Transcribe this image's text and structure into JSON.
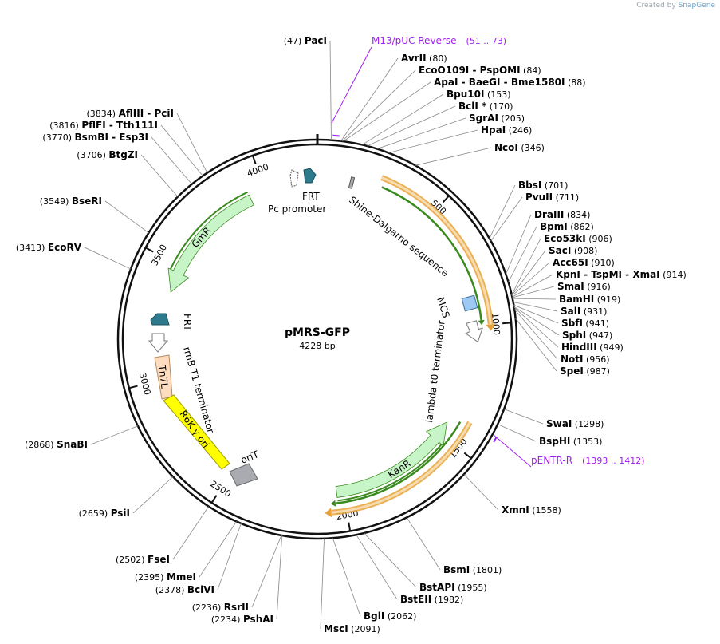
{
  "credit": {
    "prefix": "Created by",
    "brand": "SnapGene"
  },
  "plasmid": {
    "name": "pMRS-GFP",
    "length_label": "4228 bp",
    "length": 4228
  },
  "ticks": [
    {
      "pos": 500,
      "label": "500"
    },
    {
      "pos": 1000,
      "label": "1000"
    },
    {
      "pos": 1500,
      "label": "1500"
    },
    {
      "pos": 2000,
      "label": "2000"
    },
    {
      "pos": 2500,
      "label": "2500"
    },
    {
      "pos": 3000,
      "label": "3000"
    },
    {
      "pos": 3500,
      "label": "3500"
    },
    {
      "pos": 4000,
      "label": "4000"
    }
  ],
  "features": [
    {
      "name": "GFP-orf-outer",
      "start": 255,
      "end": 1000,
      "dir": 1,
      "color": "#e8a33b",
      "kind": "orf"
    },
    {
      "name": "GFP-orf-inner",
      "start": 270,
      "end": 980,
      "dir": 1,
      "color": "#3a8a1f",
      "kind": "thin"
    },
    {
      "name": "KanR-orf-outer",
      "start": 1393,
      "end": 2060,
      "dir": 1,
      "color": "#e8a33b",
      "kind": "orf"
    },
    {
      "name": "KanR-orf-inner",
      "start": 1410,
      "end": 2040,
      "dir": 1,
      "color": "#3a8a1f",
      "kind": "thin"
    },
    {
      "name": "KanR",
      "start": 1440,
      "end": 2030,
      "dir": -1,
      "color": "#c8f5c8",
      "kind": "arrow",
      "label": "KanR"
    },
    {
      "name": "GmR",
      "start": 3380,
      "end": 3930,
      "dir": -1,
      "color": "#c8f5c8",
      "kind": "arrow",
      "label": "GmR"
    }
  ],
  "features_text": {
    "frt_top": "FRT",
    "pc_promoter": "Pc promoter",
    "shine_dalgarno": "Shine-Dalgarno sequence",
    "mcs": "MCS",
    "lambda_term": "lambda t0 terminator",
    "frt_left": "FRT",
    "rrnb_term": "rrnB T1 terminator",
    "tn7l": "Tn7L",
    "r6k": "R6K γ ori",
    "orit": "oriT",
    "kanr": "KanR",
    "gmr": "GmR"
  },
  "enzymes": [
    {
      "id": "paci",
      "pos": 47,
      "items": [
        "PacI"
      ],
      "pos_label": "(47)",
      "side": "left",
      "star": false
    },
    {
      "id": "avrii",
      "pos": 80,
      "items": [
        "AvrII"
      ],
      "pos_label": "(80)",
      "side": "right"
    },
    {
      "id": "eco109",
      "pos": 84,
      "items": [
        "EcoO109I",
        "PspOMI"
      ],
      "pos_label": "(84)",
      "side": "right"
    },
    {
      "id": "apai",
      "pos": 88,
      "items": [
        "ApaI",
        "BaeGI",
        "Bme1580I"
      ],
      "pos_label": "(88)",
      "side": "right"
    },
    {
      "id": "bpu10i",
      "pos": 153,
      "items": [
        "Bpu10I"
      ],
      "pos_label": "(153)",
      "side": "right"
    },
    {
      "id": "bcli",
      "pos": 170,
      "items": [
        "BclI *"
      ],
      "pos_label": "(170)",
      "side": "right"
    },
    {
      "id": "sgrai",
      "pos": 205,
      "items": [
        "SgrAI"
      ],
      "pos_label": "(205)",
      "side": "right"
    },
    {
      "id": "hpai",
      "pos": 246,
      "items": [
        "HpaI"
      ],
      "pos_label": "(246)",
      "side": "right"
    },
    {
      "id": "ncoi",
      "pos": 346,
      "items": [
        "NcoI"
      ],
      "pos_label": "(346)",
      "side": "right"
    },
    {
      "id": "bbsi",
      "pos": 701,
      "items": [
        "BbsI"
      ],
      "pos_label": "(701)",
      "side": "right"
    },
    {
      "id": "pvuii",
      "pos": 711,
      "items": [
        "PvuII"
      ],
      "pos_label": "(711)",
      "side": "right"
    },
    {
      "id": "draiii",
      "pos": 834,
      "items": [
        "DraIII"
      ],
      "pos_label": "(834)",
      "side": "right"
    },
    {
      "id": "bpmi",
      "pos": 862,
      "items": [
        "BpmI"
      ],
      "pos_label": "(862)",
      "side": "right"
    },
    {
      "id": "eco53ki",
      "pos": 906,
      "items": [
        "Eco53kI"
      ],
      "pos_label": "(906)",
      "side": "right"
    },
    {
      "id": "saci",
      "pos": 908,
      "items": [
        "SacI"
      ],
      "pos_label": "(908)",
      "side": "right"
    },
    {
      "id": "acc65i",
      "pos": 910,
      "items": [
        "Acc65I"
      ],
      "pos_label": "(910)",
      "side": "right"
    },
    {
      "id": "kpni",
      "pos": 914,
      "items": [
        "KpnI",
        "TspMI",
        "XmaI"
      ],
      "pos_label": "(914)",
      "side": "right"
    },
    {
      "id": "smai",
      "pos": 916,
      "items": [
        "SmaI"
      ],
      "pos_label": "(916)",
      "side": "right"
    },
    {
      "id": "bamhi",
      "pos": 919,
      "items": [
        "BamHI"
      ],
      "pos_label": "(919)",
      "side": "right"
    },
    {
      "id": "sali",
      "pos": 931,
      "items": [
        "SalI"
      ],
      "pos_label": "(931)",
      "side": "right"
    },
    {
      "id": "sbfi",
      "pos": 941,
      "items": [
        "SbfI"
      ],
      "pos_label": "(941)",
      "side": "right"
    },
    {
      "id": "sphi",
      "pos": 947,
      "items": [
        "SphI"
      ],
      "pos_label": "(947)",
      "side": "right"
    },
    {
      "id": "hindiii",
      "pos": 949,
      "items": [
        "HindIII"
      ],
      "pos_label": "(949)",
      "side": "right"
    },
    {
      "id": "noti",
      "pos": 956,
      "items": [
        "NotI"
      ],
      "pos_label": "(956)",
      "side": "right"
    },
    {
      "id": "spei",
      "pos": 987,
      "items": [
        "SpeI"
      ],
      "pos_label": "(987)",
      "side": "right"
    },
    {
      "id": "swai",
      "pos": 1298,
      "items": [
        "SwaI"
      ],
      "pos_label": "(1298)",
      "side": "right"
    },
    {
      "id": "bsphi",
      "pos": 1353,
      "items": [
        "BspHI"
      ],
      "pos_label": "(1353)",
      "side": "right"
    },
    {
      "id": "xmni",
      "pos": 1558,
      "items": [
        "XmnI"
      ],
      "pos_label": "(1558)",
      "side": "right"
    },
    {
      "id": "bsmi",
      "pos": 1801,
      "items": [
        "BsmI"
      ],
      "pos_label": "(1801)",
      "side": "right"
    },
    {
      "id": "bstapi",
      "pos": 1955,
      "items": [
        "BstAPI"
      ],
      "pos_label": "(1955)",
      "side": "right"
    },
    {
      "id": "bsteii",
      "pos": 1982,
      "items": [
        "BstEII"
      ],
      "pos_label": "(1982)",
      "side": "right"
    },
    {
      "id": "bgli",
      "pos": 2062,
      "items": [
        "BglI"
      ],
      "pos_label": "(2062)",
      "side": "right"
    },
    {
      "id": "msci",
      "pos": 2091,
      "items": [
        "MscI"
      ],
      "pos_label": "(2091)",
      "side": "right"
    },
    {
      "id": "pshai",
      "pos": 2234,
      "items": [
        "PshAI"
      ],
      "pos_label": "(2234)",
      "side": "left"
    },
    {
      "id": "rsrii",
      "pos": 2236,
      "items": [
        "RsrII"
      ],
      "pos_label": "(2236)",
      "side": "left"
    },
    {
      "id": "bcivi",
      "pos": 2378,
      "items": [
        "BciVI"
      ],
      "pos_label": "(2378)",
      "side": "left"
    },
    {
      "id": "mmei",
      "pos": 2395,
      "items": [
        "MmeI"
      ],
      "pos_label": "(2395)",
      "side": "left"
    },
    {
      "id": "fsei",
      "pos": 2502,
      "items": [
        "FseI"
      ],
      "pos_label": "(2502)",
      "side": "left"
    },
    {
      "id": "psii",
      "pos": 2659,
      "items": [
        "PsiI"
      ],
      "pos_label": "(2659)",
      "side": "left"
    },
    {
      "id": "snabi",
      "pos": 2868,
      "items": [
        "SnaBI"
      ],
      "pos_label": "(2868)",
      "side": "left"
    },
    {
      "id": "ecorv",
      "pos": 3413,
      "items": [
        "EcoRV"
      ],
      "pos_label": "(3413)",
      "side": "left"
    },
    {
      "id": "beri",
      "pos": 3549,
      "items": [
        "BseRI"
      ],
      "pos_label": "(3549)",
      "side": "left"
    },
    {
      "id": "btgzi",
      "pos": 3706,
      "items": [
        "BtgZI"
      ],
      "pos_label": "(3706)",
      "side": "left"
    },
    {
      "id": "bsmbi",
      "pos": 3770,
      "items": [
        "BsmBI",
        "Esp3I"
      ],
      "pos_label": "(3770)",
      "side": "left"
    },
    {
      "id": "pflfi",
      "pos": 3816,
      "items": [
        "PflFI",
        "Tth111I"
      ],
      "pos_label": "(3816)",
      "side": "left"
    },
    {
      "id": "aflIII",
      "pos": 3834,
      "items": [
        "AflIII",
        "PciI"
      ],
      "pos_label": "(3834)",
      "side": "left"
    }
  ],
  "primers": [
    {
      "id": "m13",
      "name": "M13/pUC Reverse",
      "range": "(51 .. 73)",
      "start": 51,
      "end": 73
    },
    {
      "id": "pentr",
      "name": "pENTR-R",
      "range": "(1393 .. 1412)",
      "start": 1393,
      "end": 1412
    }
  ],
  "colors": {
    "primer": "#a020f0",
    "orf": "#e8a33b",
    "orf_thin": "#3a8a1f",
    "resistance": "#c8f5c8",
    "frt": "#2c7a8c",
    "mcs": "#9ec9f2",
    "tn7l": "#fddcbf",
    "r6k": "#ffff00",
    "orit": "#a9abb0"
  }
}
